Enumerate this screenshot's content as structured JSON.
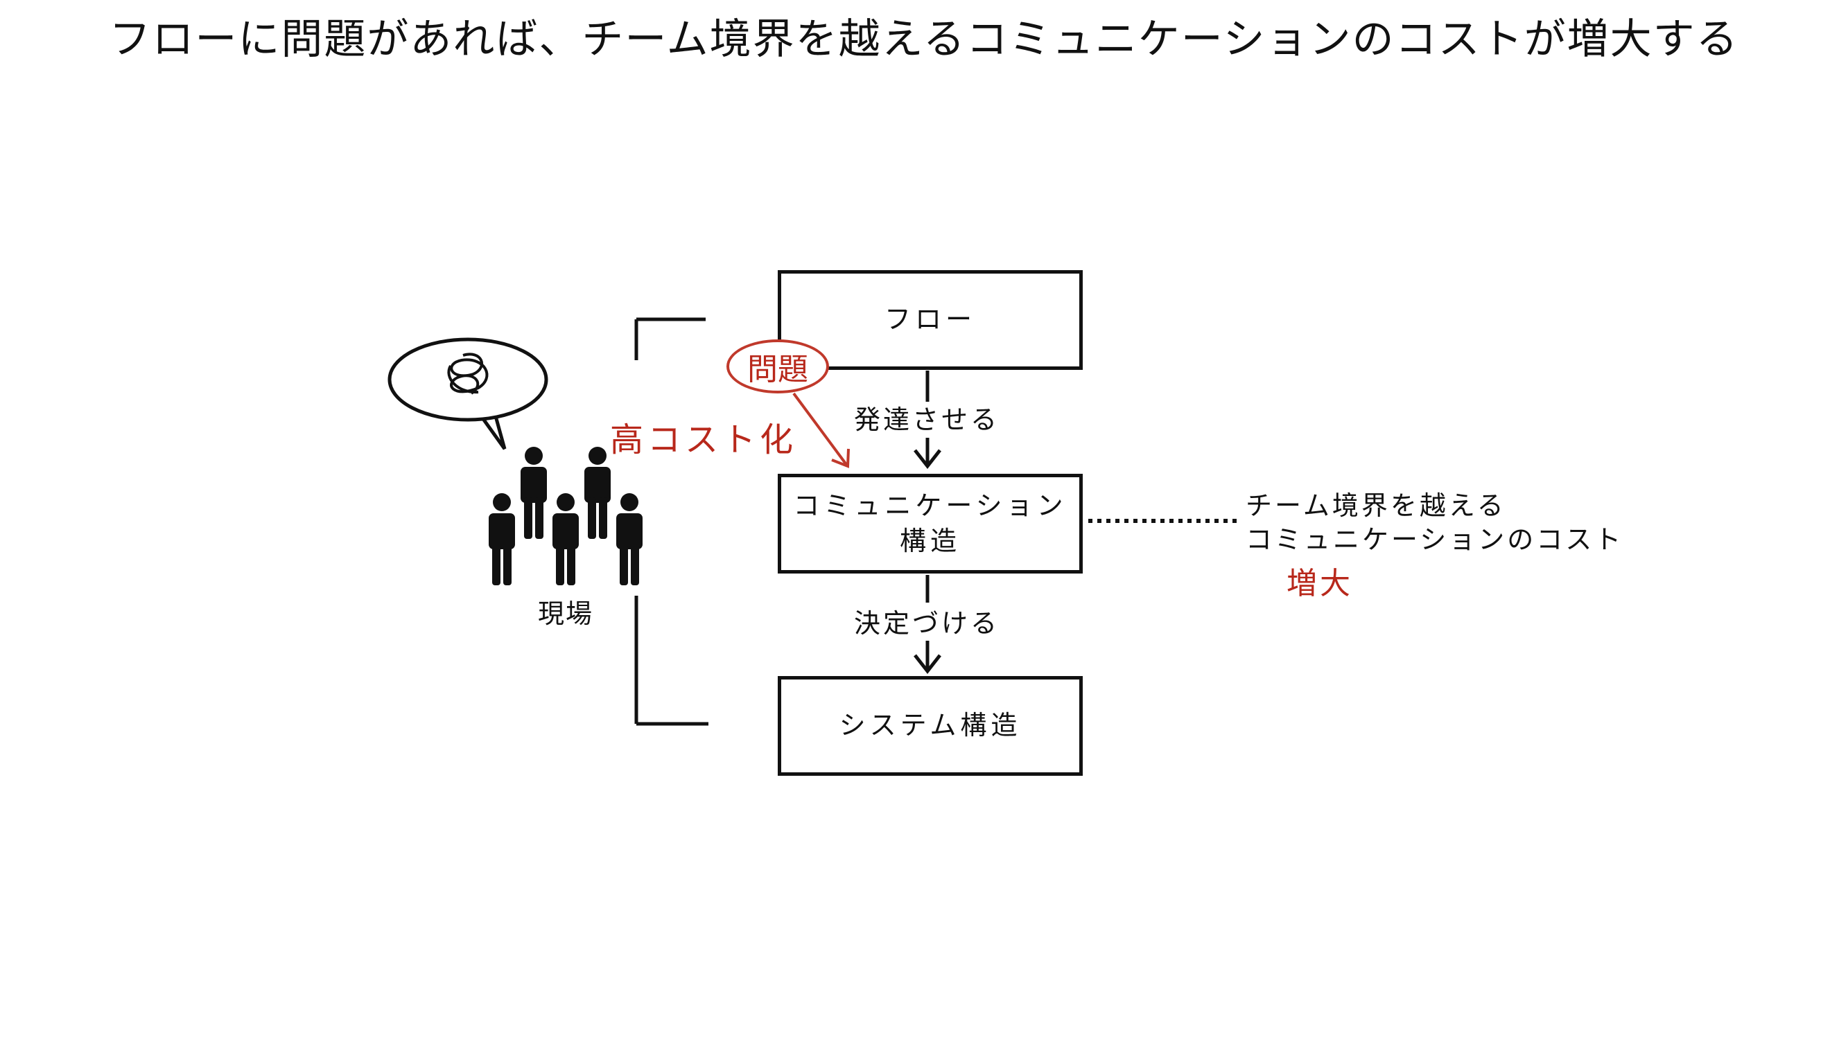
{
  "title": "フローに問題があれば、チーム境界を越えるコミュニケーションのコストが増大する",
  "boxes": {
    "flow": "フロー",
    "communication_line1": "コミュニケーション",
    "communication_line2": "構造",
    "system": "システム構造"
  },
  "arrows": {
    "develops": "発達させる",
    "determines": "決定づける"
  },
  "annotations": {
    "problem": "問題",
    "high_cost": "高コスト化",
    "genba": "現場"
  },
  "right_note": {
    "line1": "チーム境界を越える",
    "line2": "コミュニケーションのコスト",
    "increase": "増大"
  },
  "colors": {
    "ink": "#111111",
    "accent_red": "#b8281b"
  }
}
